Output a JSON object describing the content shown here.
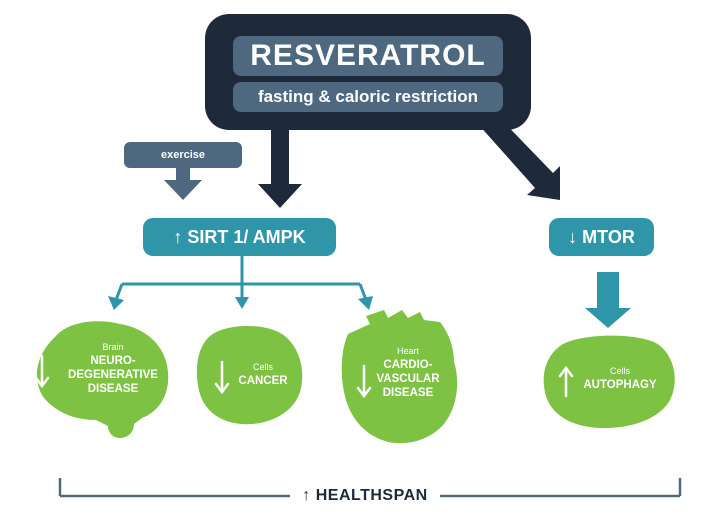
{
  "top": {
    "title": "RESVERATROL",
    "subtitle": "fasting & caloric restriction"
  },
  "exercise": {
    "label": "exercise"
  },
  "sirt": {
    "arrow": "↑",
    "label": "SIRT 1/ AMPK"
  },
  "mtor": {
    "arrow": "↓",
    "label": "MTOR"
  },
  "organs": [
    {
      "category": "Brain",
      "lines": [
        "NEURO-",
        "DEGENERATIVE",
        "DISEASE"
      ],
      "arrow": "down",
      "icon": "brain-icon"
    },
    {
      "category": "Cells",
      "lines": [
        "CANCER"
      ],
      "arrow": "down",
      "icon": "cell-icon"
    },
    {
      "category": "Heart",
      "lines": [
        "CARDIO-",
        "VASCULAR",
        "DISEASE"
      ],
      "arrow": "down",
      "icon": "heart-icon"
    },
    {
      "category": "Cells",
      "lines": [
        "AUTOPHAGY"
      ],
      "arrow": "up",
      "icon": "cell-icon"
    }
  ],
  "healthspan": {
    "arrow": "↑",
    "label": "HEALTHSPAN"
  },
  "colors": {
    "dark_navy": "#1e2a3a",
    "slate_blue": "#4e6880",
    "teal": "#2f95a8",
    "green": "#7dc242",
    "line_slate": "#4e6880"
  }
}
